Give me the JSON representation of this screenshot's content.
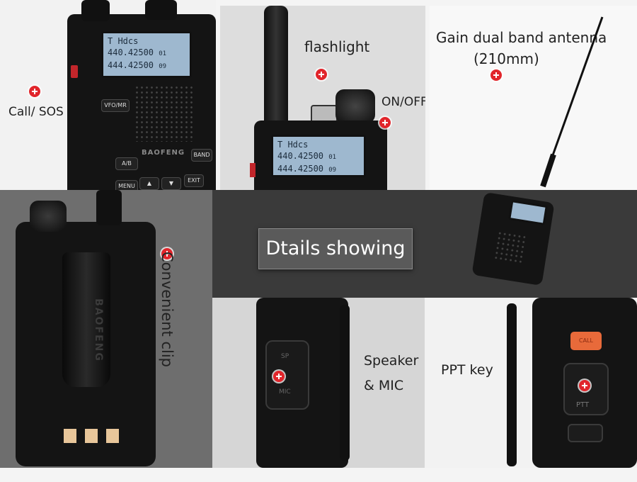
{
  "labels": {
    "call_sos": "Call/ SOS",
    "flashlight": "flashlight",
    "on_off": "ON/OFF",
    "antenna_line1": "Gain dual band antenna",
    "antenna_line2": "(210mm)",
    "details": "Dtails showing",
    "clip": "Convenient clip",
    "speaker_line1": "Speaker",
    "speaker_line2": "& MIC",
    "ppt_key": "PPT key"
  },
  "display": {
    "mode": "T Hdcs",
    "freq_a": "440.42500",
    "freq_b": "444.42500",
    "ch_a": "01",
    "ch_b": "09"
  },
  "device_text": {
    "brand": "BAOFENG",
    "vfo_mr": "VFO/MR",
    "ab": "A/B",
    "band": "BAND",
    "menu": "MENU",
    "exit": "EXIT",
    "sp": "SP",
    "mic": "MIC",
    "call": "CALL",
    "ptt": "PTT"
  },
  "colors": {
    "accent_red": "#e1252b",
    "dark_band": "#3a3a3a",
    "gray_panel": "#6e6e6e",
    "light_panel": "#d9d9d9"
  }
}
